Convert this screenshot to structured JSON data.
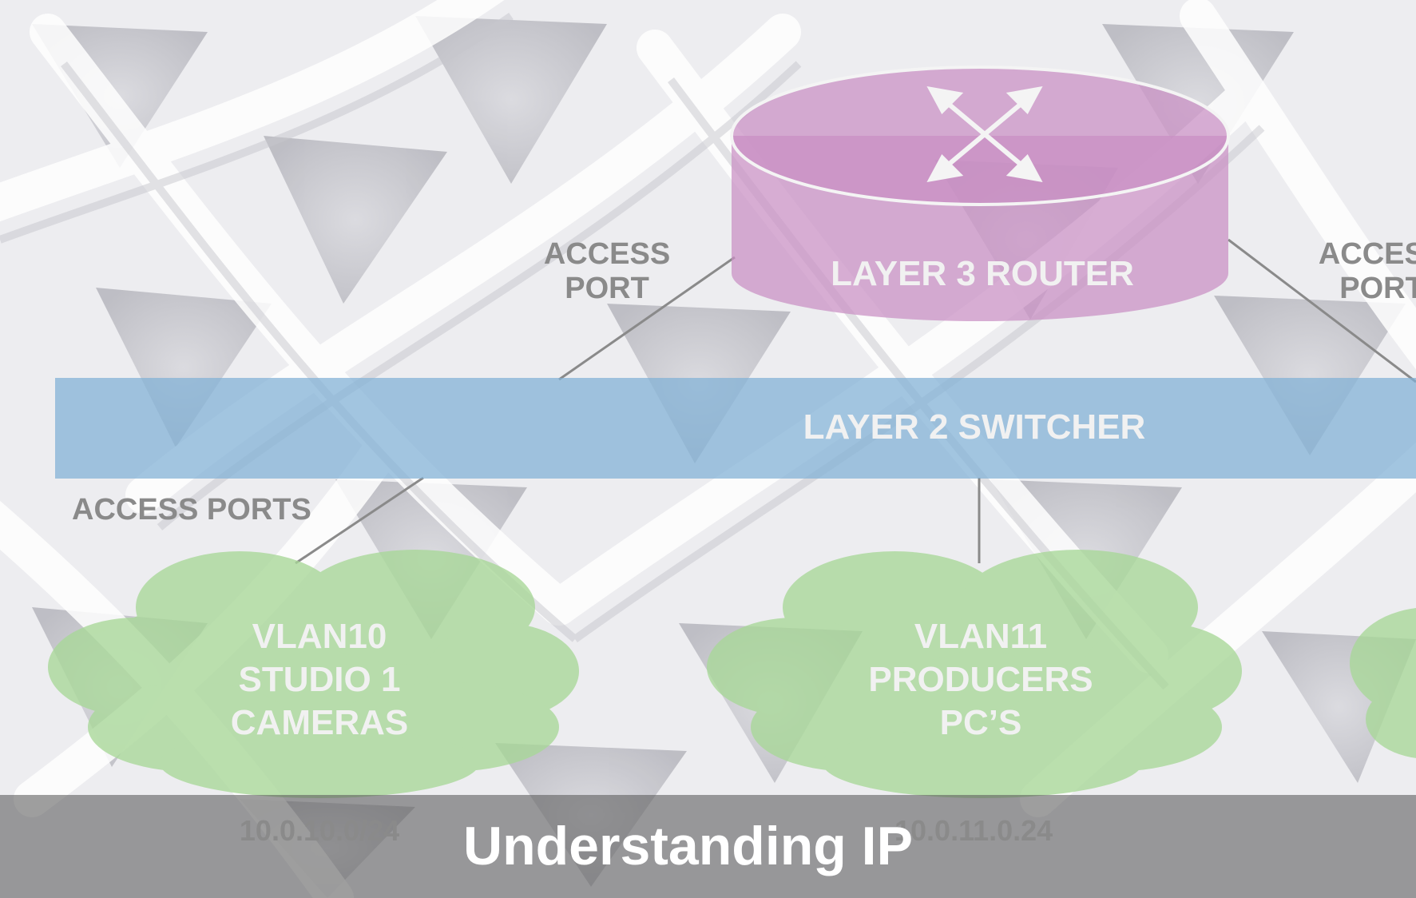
{
  "diagram": {
    "router": {
      "label": "LAYER 3 ROUTER"
    },
    "switcher": {
      "label": "LAYER 2 SWITCHER"
    },
    "access_port_left": {
      "line1": "ACCESS",
      "line2": "PORT"
    },
    "access_port_right": {
      "line1": "ACCESS",
      "line2": "PORT"
    },
    "access_ports": {
      "label": "ACCESS PORTS"
    },
    "vlans": [
      {
        "line1": "VLAN10",
        "line2": "STUDIO 1",
        "line3": "CAMERAS",
        "subnet": "10.0.10.0/24"
      },
      {
        "line1": "VLAN11",
        "line2": "PRODUCERS",
        "line3": "PC’S",
        "subnet": "10.0.11.0.24"
      }
    ]
  },
  "footer": {
    "title": "Understanding IP"
  },
  "colors": {
    "router_fill": "#c98fc4",
    "switcher_fill": "#7fb0d6",
    "vlan_fill": "#a8d898",
    "connector": "#8a8a8a"
  }
}
